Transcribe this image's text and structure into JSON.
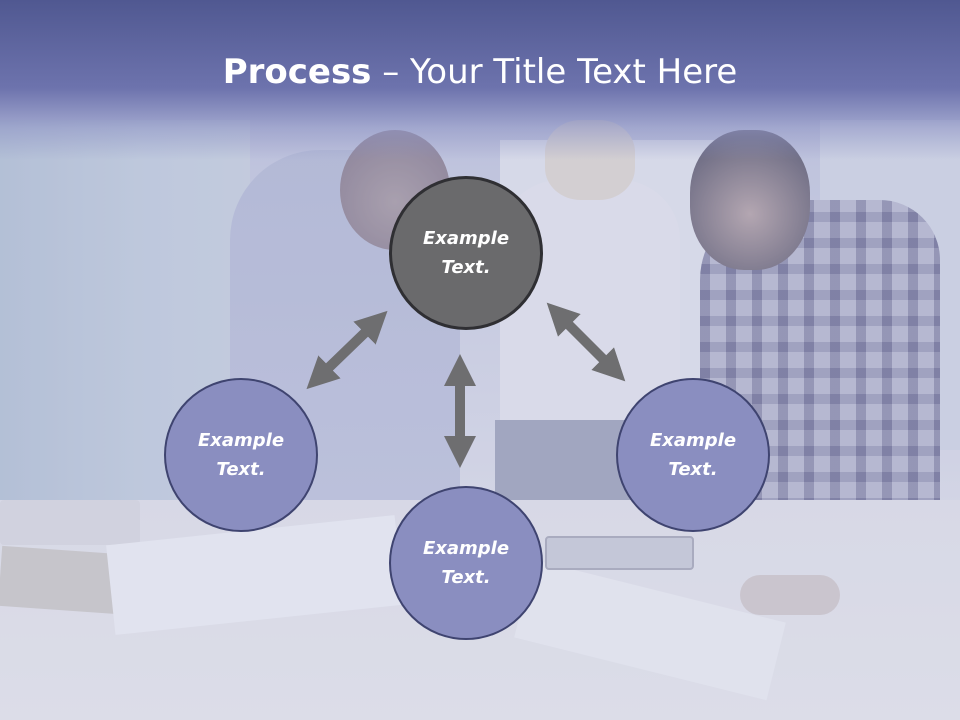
{
  "slide": {
    "title_bold": "Process",
    "title_rest": " – Your Title Text Here"
  },
  "diagram": {
    "nodes": [
      {
        "id": "top",
        "text": "Example\nText."
      },
      {
        "id": "left",
        "text": "Example\nText."
      },
      {
        "id": "bottom",
        "text": "Example\nText."
      },
      {
        "id": "right",
        "text": "Example\nText."
      }
    ],
    "colors": {
      "top_fill": "#6a6a6c",
      "node_fill": "#8a8ec0",
      "arrow": "#6e6e70",
      "title_band": "#5c62a0"
    }
  }
}
